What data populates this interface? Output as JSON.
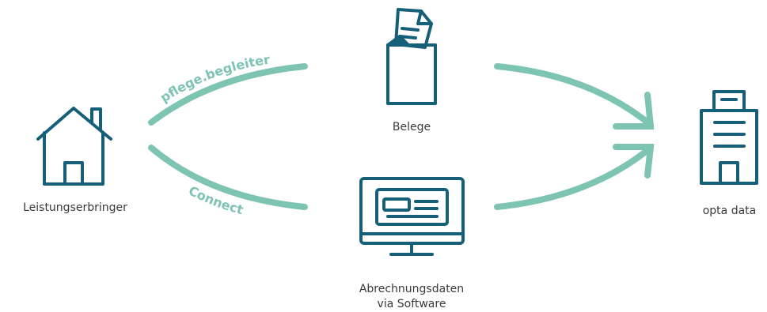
{
  "nodes": {
    "provider": {
      "label": "Leistungserbringer",
      "icon": "house-icon"
    },
    "receipts": {
      "label": "Belege",
      "icon": "document-box-icon"
    },
    "software": {
      "label_line1": "Abrechnungsdaten",
      "label_line2": "via Software",
      "icon": "monitor-icon"
    },
    "opta": {
      "label": "opta data",
      "icon": "office-building-icon"
    }
  },
  "connectors": {
    "top": "pflege.begleiter",
    "bottom": "Connect"
  },
  "colors": {
    "icon": "#155f78",
    "arrow": "#7ec4b3",
    "text": "#3a3a3a"
  }
}
